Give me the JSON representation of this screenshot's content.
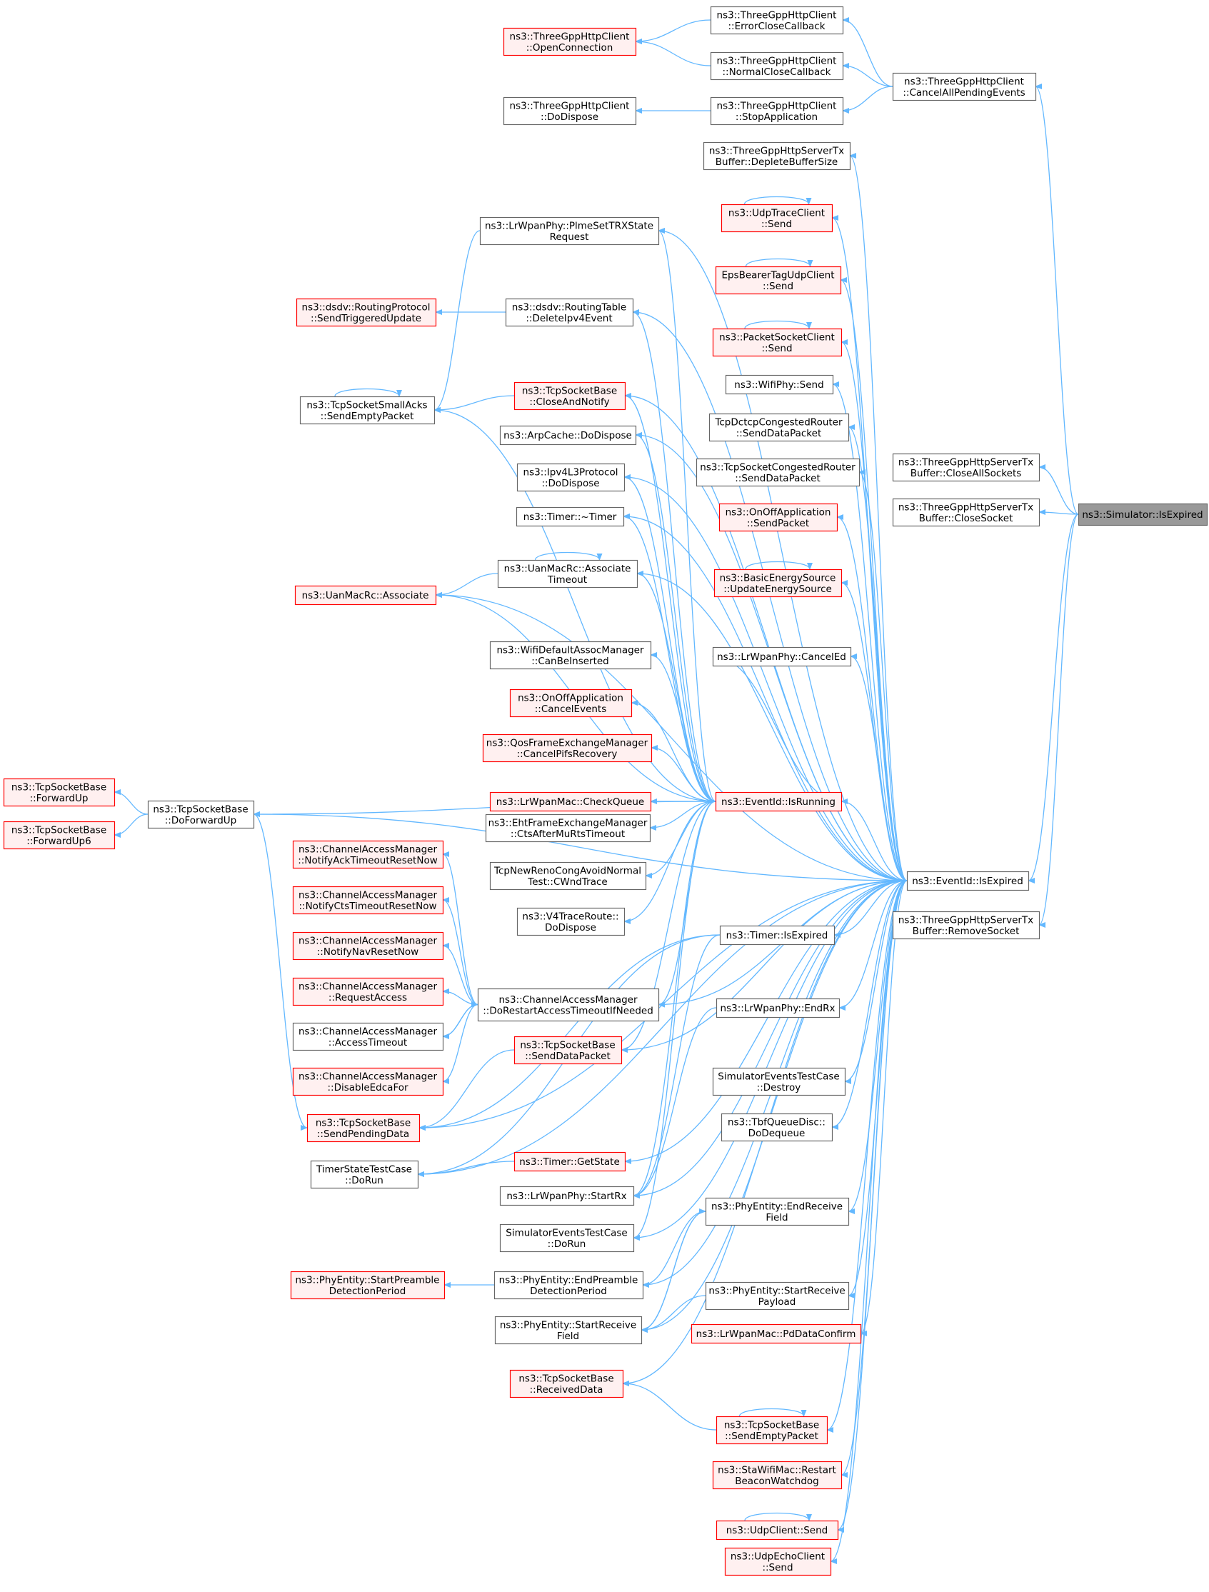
{
  "colors": {
    "edge": "#63b8ff",
    "node_fill": "#ffffff",
    "node_border": "#666666",
    "truncated_fill": "#fff0f0",
    "truncated_border": "#ff0000",
    "root_fill": "#999999",
    "root_border": "#666666",
    "text": "#000000"
  },
  "nodes": [
    {
      "id": "root",
      "lines": [
        "ns3::Simulator::IsExpired"
      ],
      "kind": "root"
    },
    {
      "id": "tghc_cape",
      "lines": [
        "ns3::ThreeGppHttpClient",
        "::CancelAllPendingEvents"
      ],
      "kind": "normal"
    },
    {
      "id": "tghc_ecc",
      "lines": [
        "ns3::ThreeGppHttpClient",
        "::ErrorCloseCallback"
      ],
      "kind": "normal"
    },
    {
      "id": "tghc_ncc",
      "lines": [
        "ns3::ThreeGppHttpClient",
        "::NormalCloseCallback"
      ],
      "kind": "normal"
    },
    {
      "id": "tghc_sa",
      "lines": [
        "ns3::ThreeGppHttpClient",
        "::StopApplication"
      ],
      "kind": "normal"
    },
    {
      "id": "tghc_oc",
      "lines": [
        "ns3::ThreeGppHttpClient",
        "::OpenConnection"
      ],
      "kind": "truncated"
    },
    {
      "id": "tghc_dd",
      "lines": [
        "ns3::ThreeGppHttpClient",
        "::DoDispose"
      ],
      "kind": "normal"
    },
    {
      "id": "tghst_dbs",
      "lines": [
        "ns3::ThreeGppHttpServerTx",
        "Buffer::DepleteBufferSize"
      ],
      "kind": "normal"
    },
    {
      "id": "utc_send",
      "lines": [
        "ns3::UdpTraceClient",
        "::Send"
      ],
      "kind": "truncated"
    },
    {
      "id": "lrw_pset",
      "lines": [
        "ns3::LrWpanPhy::PlmeSetTRXState",
        "Request"
      ],
      "kind": "normal"
    },
    {
      "id": "ebt_send",
      "lines": [
        "EpsBearerTagUdpClient",
        "::Send"
      ],
      "kind": "truncated"
    },
    {
      "id": "dsdv_stu",
      "lines": [
        "ns3::dsdv::RoutingProtocol",
        "::SendTriggeredUpdate"
      ],
      "kind": "truncated"
    },
    {
      "id": "dsdv_die",
      "lines": [
        "ns3::dsdv::RoutingTable",
        "::DeleteIpv4Event"
      ],
      "kind": "normal"
    },
    {
      "id": "psc_send",
      "lines": [
        "ns3::PacketSocketClient",
        "::Send"
      ],
      "kind": "truncated"
    },
    {
      "id": "wifiphy_send",
      "lines": [
        "ns3::WifiPhy::Send"
      ],
      "kind": "normal"
    },
    {
      "id": "tssa_sep",
      "lines": [
        "ns3::TcpSocketSmallAcks",
        "::SendEmptyPacket"
      ],
      "kind": "normal"
    },
    {
      "id": "tsb_can",
      "lines": [
        "ns3::TcpSocketBase",
        "::CloseAndNotify"
      ],
      "kind": "truncated"
    },
    {
      "id": "arp_dd",
      "lines": [
        "ns3::ArpCache::DoDispose"
      ],
      "kind": "normal"
    },
    {
      "id": "tdcr_sdp",
      "lines": [
        "TcpDctcpCongestedRouter",
        "::SendDataPacket"
      ],
      "kind": "normal"
    },
    {
      "id": "ipv4l3_dd",
      "lines": [
        "ns3::Ipv4L3Protocol",
        "::DoDispose"
      ],
      "kind": "normal"
    },
    {
      "id": "tscr_sdp",
      "lines": [
        "ns3::TcpSocketCongestedRouter",
        "::SendDataPacket"
      ],
      "kind": "normal"
    },
    {
      "id": "tghst_cas",
      "lines": [
        "ns3::ThreeGppHttpServerTx",
        "Buffer::CloseAllSockets"
      ],
      "kind": "normal"
    },
    {
      "id": "tghst_cs",
      "lines": [
        "ns3::ThreeGppHttpServerTx",
        "Buffer::CloseSocket"
      ],
      "kind": "normal"
    },
    {
      "id": "timer_dtor",
      "lines": [
        "ns3::Timer::~Timer"
      ],
      "kind": "normal"
    },
    {
      "id": "onoff_sp",
      "lines": [
        "ns3::OnOffApplication",
        "::SendPacket"
      ],
      "kind": "truncated"
    },
    {
      "id": "umr_at",
      "lines": [
        "ns3::UanMacRc::Associate",
        "Timeout"
      ],
      "kind": "normal"
    },
    {
      "id": "bes_ues",
      "lines": [
        "ns3::BasicEnergySource",
        "::UpdateEnergySource"
      ],
      "kind": "truncated"
    },
    {
      "id": "umr_assoc",
      "lines": [
        "ns3::UanMacRc::Associate"
      ],
      "kind": "truncated"
    },
    {
      "id": "wdam_cbi",
      "lines": [
        "ns3::WifiDefaultAssocManager",
        "::CanBeInserted"
      ],
      "kind": "normal"
    },
    {
      "id": "lrw_ced",
      "lines": [
        "ns3::LrWpanPhy::CancelEd"
      ],
      "kind": "normal"
    },
    {
      "id": "onoff_ce",
      "lines": [
        "ns3::OnOffApplication",
        "::CancelEvents"
      ],
      "kind": "truncated"
    },
    {
      "id": "qfem_cpr",
      "lines": [
        "ns3::QosFrameExchangeManager",
        "::CancelPifsRecovery"
      ],
      "kind": "truncated"
    },
    {
      "id": "lrwmac_cq",
      "lines": [
        "ns3::LrWpanMac::CheckQueue"
      ],
      "kind": "truncated"
    },
    {
      "id": "eid_run",
      "lines": [
        "ns3::EventId::IsRunning"
      ],
      "kind": "truncated"
    },
    {
      "id": "tsb_fu",
      "lines": [
        "ns3::TcpSocketBase",
        "::ForwardUp"
      ],
      "kind": "truncated"
    },
    {
      "id": "tsb_dfu",
      "lines": [
        "ns3::TcpSocketBase",
        "::DoForwardUp"
      ],
      "kind": "normal"
    },
    {
      "id": "tsb_fu6",
      "lines": [
        "ns3::TcpSocketBase",
        "::ForwardUp6"
      ],
      "kind": "truncated"
    },
    {
      "id": "ehtfem_camrt",
      "lines": [
        "ns3::EhtFrameExchangeManager",
        "::CtsAfterMuRtsTimeout"
      ],
      "kind": "normal"
    },
    {
      "id": "cam_natr",
      "lines": [
        "ns3::ChannelAccessManager",
        "::NotifyAckTimeoutResetNow"
      ],
      "kind": "truncated"
    },
    {
      "id": "tnrca_cwt",
      "lines": [
        "TcpNewRenoCongAvoidNormal",
        "Test::CWndTrace"
      ],
      "kind": "normal"
    },
    {
      "id": "eid_exp",
      "lines": [
        "ns3::EventId::IsExpired"
      ],
      "kind": "normal"
    },
    {
      "id": "cam_nctr",
      "lines": [
        "ns3::ChannelAccessManager",
        "::NotifyCtsTimeoutResetNow"
      ],
      "kind": "truncated"
    },
    {
      "id": "v4tr_dd",
      "lines": [
        "ns3::V4TraceRoute::",
        "DoDispose"
      ],
      "kind": "normal"
    },
    {
      "id": "tghst_rs",
      "lines": [
        "ns3::ThreeGppHttpServerTx",
        "Buffer::RemoveSocket"
      ],
      "kind": "normal"
    },
    {
      "id": "timer_exp",
      "lines": [
        "ns3::Timer::IsExpired"
      ],
      "kind": "normal"
    },
    {
      "id": "cam_nnr",
      "lines": [
        "ns3::ChannelAccessManager",
        "::NotifyNavResetNow"
      ],
      "kind": "truncated"
    },
    {
      "id": "cam_ra",
      "lines": [
        "ns3::ChannelAccessManager",
        "::RequestAccess"
      ],
      "kind": "truncated"
    },
    {
      "id": "cam_drat",
      "lines": [
        "ns3::ChannelAccessManager",
        "::DoRestartAccessTimeoutIfNeeded"
      ],
      "kind": "normal"
    },
    {
      "id": "lrw_erx",
      "lines": [
        "ns3::LrWpanPhy::EndRx"
      ],
      "kind": "normal"
    },
    {
      "id": "cam_at",
      "lines": [
        "ns3::ChannelAccessManager",
        "::AccessTimeout"
      ],
      "kind": "normal"
    },
    {
      "id": "tsb_sdp",
      "lines": [
        "ns3::TcpSocketBase",
        "::SendDataPacket"
      ],
      "kind": "truncated"
    },
    {
      "id": "setc_destroy",
      "lines": [
        "SimulatorEventsTestCase",
        "::Destroy"
      ],
      "kind": "normal"
    },
    {
      "id": "cam_def",
      "lines": [
        "ns3::ChannelAccessManager",
        "::DisableEdcaFor"
      ],
      "kind": "truncated"
    },
    {
      "id": "tsb_spd",
      "lines": [
        "ns3::TcpSocketBase",
        "::SendPendingData"
      ],
      "kind": "truncated"
    },
    {
      "id": "tbf_dd",
      "lines": [
        "ns3::TbfQueueDisc::",
        "DoDequeue"
      ],
      "kind": "normal"
    },
    {
      "id": "tstc_dorun",
      "lines": [
        "TimerStateTestCase",
        "::DoRun"
      ],
      "kind": "normal"
    },
    {
      "id": "timer_gs",
      "lines": [
        "ns3::Timer::GetState"
      ],
      "kind": "truncated"
    },
    {
      "id": "lrw_srx",
      "lines": [
        "ns3::LrWpanPhy::StartRx"
      ],
      "kind": "normal"
    },
    {
      "id": "pe_erf",
      "lines": [
        "ns3::PhyEntity::EndReceive",
        "Field"
      ],
      "kind": "normal"
    },
    {
      "id": "setc_dorun",
      "lines": [
        "SimulatorEventsTestCase",
        "::DoRun"
      ],
      "kind": "normal"
    },
    {
      "id": "pe_spdp",
      "lines": [
        "ns3::PhyEntity::StartPreamble",
        "DetectionPeriod"
      ],
      "kind": "truncated"
    },
    {
      "id": "pe_epdp",
      "lines": [
        "ns3::PhyEntity::EndPreamble",
        "DetectionPeriod"
      ],
      "kind": "normal"
    },
    {
      "id": "pe_srp",
      "lines": [
        "ns3::PhyEntity::StartReceive",
        "Payload"
      ],
      "kind": "normal"
    },
    {
      "id": "pe_srf",
      "lines": [
        "ns3::PhyEntity::StartReceive",
        "Field"
      ],
      "kind": "normal"
    },
    {
      "id": "lrwmac_pdc",
      "lines": [
        "ns3::LrWpanMac::PdDataConfirm"
      ],
      "kind": "truncated"
    },
    {
      "id": "tsb_rd",
      "lines": [
        "ns3::TcpSocketBase",
        "::ReceivedData"
      ],
      "kind": "truncated"
    },
    {
      "id": "tsb_sep",
      "lines": [
        "ns3::TcpSocketBase",
        "::SendEmptyPacket"
      ],
      "kind": "truncated"
    },
    {
      "id": "swm_rbw",
      "lines": [
        "ns3::StaWifiMac::Restart",
        "BeaconWatchdog"
      ],
      "kind": "truncated"
    },
    {
      "id": "udpc_send",
      "lines": [
        "ns3::UdpClient::Send"
      ],
      "kind": "truncated"
    },
    {
      "id": "uec_send",
      "lines": [
        "ns3::UdpEchoClient",
        "::Send"
      ],
      "kind": "truncated"
    }
  ],
  "edges": [
    [
      "tghc_cape",
      "root"
    ],
    [
      "tghst_cas",
      "root"
    ],
    [
      "tghst_cs",
      "root"
    ],
    [
      "eid_exp",
      "root"
    ],
    [
      "tghst_rs",
      "root"
    ],
    [
      "tghc_ecc",
      "tghc_cape"
    ],
    [
      "tghc_ncc",
      "tghc_cape"
    ],
    [
      "tghc_sa",
      "tghc_cape"
    ],
    [
      "tghc_oc",
      "tghc_ecc"
    ],
    [
      "tghc_oc",
      "tghc_ncc"
    ],
    [
      "tghc_dd",
      "tghc_sa"
    ],
    [
      "eid_run",
      "eid_exp"
    ],
    [
      "tghst_dbs",
      "eid_exp"
    ],
    [
      "utc_send",
      "eid_exp"
    ],
    [
      "ebt_send",
      "eid_exp"
    ],
    [
      "psc_send",
      "eid_exp"
    ],
    [
      "wifiphy_send",
      "eid_exp"
    ],
    [
      "tdcr_sdp",
      "eid_exp"
    ],
    [
      "tscr_sdp",
      "eid_exp"
    ],
    [
      "onoff_sp",
      "eid_exp"
    ],
    [
      "bes_ues",
      "eid_exp"
    ],
    [
      "lrw_ced",
      "eid_exp"
    ],
    [
      "lrw_pset",
      "eid_exp"
    ],
    [
      "dsdv_die",
      "eid_exp"
    ],
    [
      "tsb_can",
      "eid_exp"
    ],
    [
      "arp_dd",
      "eid_exp"
    ],
    [
      "ipv4l3_dd",
      "eid_exp"
    ],
    [
      "timer_dtor",
      "eid_exp"
    ],
    [
      "umr_at",
      "eid_exp"
    ],
    [
      "umr_assoc",
      "eid_exp"
    ],
    [
      "tsb_dfu",
      "eid_exp"
    ],
    [
      "cam_drat",
      "eid_exp"
    ],
    [
      "tsb_spd",
      "eid_exp"
    ],
    [
      "tstc_dorun",
      "eid_exp"
    ],
    [
      "timer_exp",
      "eid_exp"
    ],
    [
      "lrw_erx",
      "eid_exp"
    ],
    [
      "setc_destroy",
      "eid_exp"
    ],
    [
      "tbf_dd",
      "eid_exp"
    ],
    [
      "pe_erf",
      "eid_exp"
    ],
    [
      "pe_srp",
      "eid_exp"
    ],
    [
      "lrwmac_pdc",
      "eid_exp"
    ],
    [
      "tsb_rd",
      "eid_exp"
    ],
    [
      "tsb_sep",
      "eid_exp"
    ],
    [
      "swm_rbw",
      "eid_exp"
    ],
    [
      "udpc_send",
      "eid_exp"
    ],
    [
      "uec_send",
      "eid_exp"
    ],
    [
      "pe_epdp",
      "eid_exp"
    ],
    [
      "pe_srf",
      "eid_exp"
    ],
    [
      "lrw_srx",
      "eid_exp"
    ],
    [
      "setc_dorun",
      "eid_exp"
    ],
    [
      "timer_gs",
      "eid_exp"
    ],
    [
      "tsb_sdp",
      "eid_exp"
    ],
    [
      "lrw_pset",
      "eid_run"
    ],
    [
      "dsdv_die",
      "eid_run"
    ],
    [
      "tssa_sep",
      "eid_run"
    ],
    [
      "tsb_can",
      "eid_run"
    ],
    [
      "arp_dd",
      "eid_run"
    ],
    [
      "ipv4l3_dd",
      "eid_run"
    ],
    [
      "timer_dtor",
      "eid_run"
    ],
    [
      "umr_at",
      "eid_run"
    ],
    [
      "umr_assoc",
      "eid_run"
    ],
    [
      "wdam_cbi",
      "eid_run"
    ],
    [
      "onoff_ce",
      "eid_run"
    ],
    [
      "qfem_cpr",
      "eid_run"
    ],
    [
      "lrwmac_cq",
      "eid_run"
    ],
    [
      "ehtfem_camrt",
      "eid_run"
    ],
    [
      "tnrca_cwt",
      "eid_run"
    ],
    [
      "v4tr_dd",
      "eid_run"
    ],
    [
      "cam_drat",
      "eid_run"
    ],
    [
      "tsb_sdp",
      "eid_run"
    ],
    [
      "lrw_srx",
      "eid_run"
    ],
    [
      "setc_dorun",
      "eid_run"
    ],
    [
      "tsb_dfu",
      "eid_run"
    ],
    [
      "lrw_ced",
      "eid_run"
    ],
    [
      "dsdv_stu",
      "dsdv_die"
    ],
    [
      "tssa_sep",
      "tsb_can"
    ],
    [
      "umr_assoc",
      "umr_at"
    ],
    [
      "tsb_fu",
      "tsb_dfu"
    ],
    [
      "tsb_fu6",
      "tsb_dfu"
    ],
    [
      "tsb_spd",
      "tsb_dfu"
    ],
    [
      "cam_natr",
      "cam_drat"
    ],
    [
      "cam_nctr",
      "cam_drat"
    ],
    [
      "cam_nnr",
      "cam_drat"
    ],
    [
      "cam_ra",
      "cam_drat"
    ],
    [
      "cam_at",
      "cam_drat"
    ],
    [
      "cam_def",
      "cam_drat"
    ],
    [
      "cam_drat",
      "cam_at"
    ],
    [
      "tsb_spd",
      "tsb_sdp"
    ],
    [
      "tsb_spd",
      "timer_exp"
    ],
    [
      "tstc_dorun",
      "timer_gs"
    ],
    [
      "tstc_dorun",
      "timer_exp"
    ],
    [
      "lrw_srx",
      "timer_exp"
    ],
    [
      "lrw_srx",
      "lrw_erx"
    ],
    [
      "pe_spdp",
      "pe_epdp"
    ],
    [
      "pe_epdp",
      "pe_erf"
    ],
    [
      "pe_srf",
      "pe_erf"
    ],
    [
      "pe_srf",
      "pe_srp"
    ],
    [
      "pe_erf",
      "pe_srf"
    ],
    [
      "tsb_rd",
      "tsb_sep"
    ],
    [
      "tsb_sep",
      "tsb_sep"
    ],
    [
      "udpc_send",
      "udpc_send"
    ],
    [
      "utc_send",
      "utc_send"
    ],
    [
      "ebt_send",
      "ebt_send"
    ],
    [
      "psc_send",
      "psc_send"
    ],
    [
      "bes_ues",
      "bes_ues"
    ],
    [
      "umr_at",
      "umr_at"
    ],
    [
      "tssa_sep",
      "tssa_sep"
    ],
    [
      "tssa_sep",
      "lrw_pset"
    ]
  ]
}
